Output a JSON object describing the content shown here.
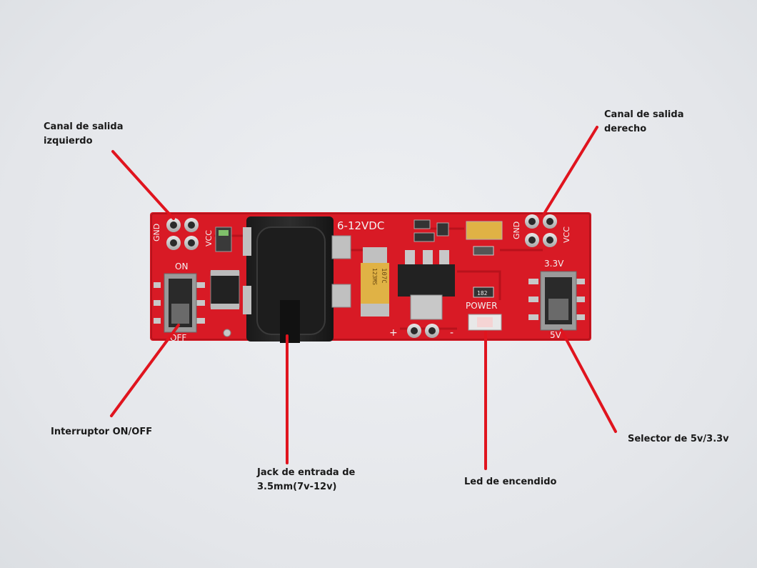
{
  "labels": {
    "left_output": [
      "Canal de salida",
      "izquierdo"
    ],
    "right_output": [
      "Canal de salida",
      "derecho"
    ],
    "switch": [
      "Interruptor ON/OFF"
    ],
    "jack": [
      "Jack de entrada de",
      "3.5mm(7v-12v)"
    ],
    "led": [
      "Led de encendido"
    ],
    "selector": [
      "Selector de 5v/3.3v"
    ]
  },
  "silkscreen": {
    "voltage_range": "6-12VDC",
    "on": "ON",
    "off": "OFF",
    "power": "POWER",
    "v33": "3.3V",
    "v5": "5V",
    "gnd_left": "GND",
    "vcc_left": "VCC",
    "gnd_right": "GND",
    "vcc_right": "VCC",
    "plus": "+",
    "minus": "-",
    "cap_marking_1": "107C",
    "cap_marking_2": "123MS",
    "resistor_marking": "182"
  },
  "colors": {
    "board": "#d81a25",
    "pointer": "#e0141e",
    "background": "#e6e8ec"
  }
}
